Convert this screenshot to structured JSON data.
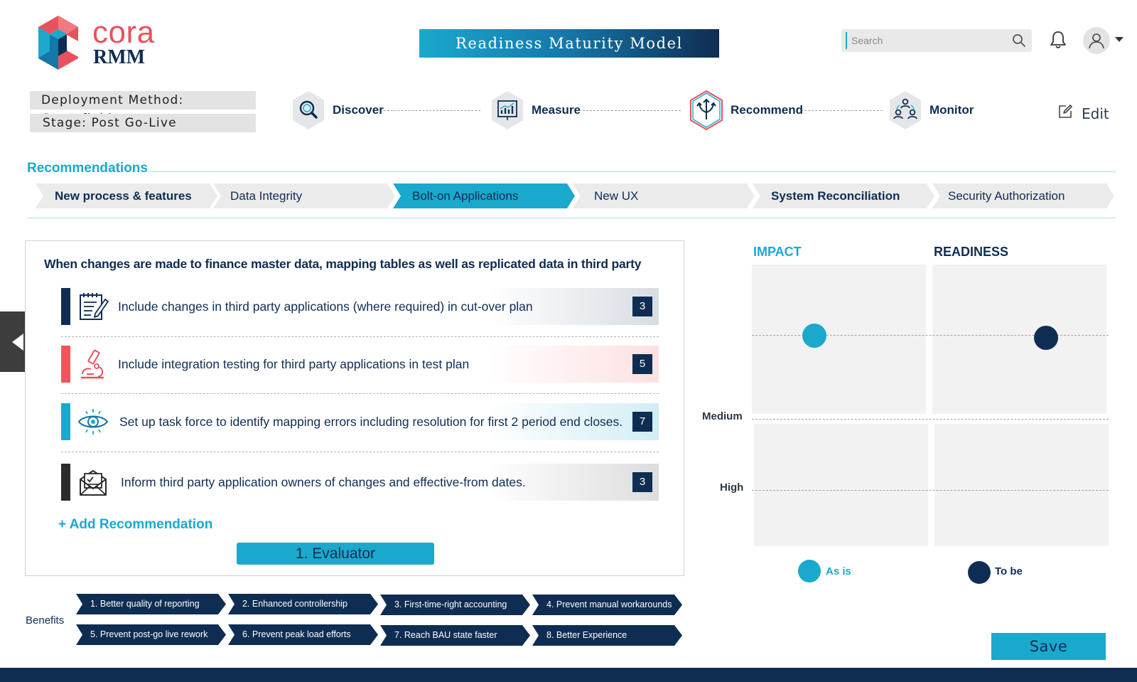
{
  "colors": {
    "navy": "#0f2d52",
    "teal": "#1aa9cd",
    "coral": "#e8525c",
    "charcoal": "#2b2b2b",
    "light_gray": "#ebebeb"
  },
  "header": {
    "brand": "cora",
    "brand_sub": "RMM",
    "title": "Readiness Maturity Model",
    "search": {
      "placeholder": "Search",
      "value": ""
    }
  },
  "deployment": {
    "method": "Deployment Method: Greenfield",
    "stage": "Stage: Post Go-Live"
  },
  "steps": [
    {
      "label": "Discover",
      "icon": "magnifier-icon",
      "active": false
    },
    {
      "label": "Measure",
      "icon": "chart-icon",
      "active": false
    },
    {
      "label": "Recommend",
      "icon": "recommend-icon",
      "active": true
    },
    {
      "label": "Monitor",
      "icon": "people-cycle-icon",
      "active": false
    }
  ],
  "edit_label": "Edit",
  "recommendations": {
    "title": "Recommendations",
    "tabs": [
      {
        "label": "New process & features",
        "active": false
      },
      {
        "label": "Data Integrity",
        "active": false
      },
      {
        "label": "Bolt-on Applications",
        "active": true
      },
      {
        "label": "New UX",
        "active": false
      },
      {
        "label": "System Reconciliation",
        "active": false
      },
      {
        "label": "Security Authorization",
        "active": false
      }
    ]
  },
  "card": {
    "heading": "When changes are made to finance master data, mapping tables as well as replicated data in third party",
    "items": [
      {
        "text": "Include changes in third party applications (where required) in cut-over plan",
        "score": "3",
        "icon": "notepad-icon",
        "accent": "#0f2d52"
      },
      {
        "text": "Include integration testing for third party applications in test plan",
        "score": "5",
        "icon": "microscope-icon",
        "accent": "#f2545b"
      },
      {
        "text": "Set up task force to identify mapping errors including resolution for first 2 period end closes.",
        "score": "7",
        "icon": "eye-icon",
        "accent": "#1aa9cd"
      },
      {
        "text": "Inform third party application owners of changes and effective-from dates.",
        "score": "3",
        "icon": "envelope-icon",
        "accent": "#2b2b2b"
      }
    ],
    "add_label": "+ Add Recommendation",
    "evaluator_label": "1. Evaluator"
  },
  "benefits": {
    "label": "Benefits",
    "items": [
      "1. Better quality of reporting",
      "2. Enhanced controllership",
      "3. First-time-right accounting",
      "4. Prevent manual workarounds",
      "5. Prevent post-go live rework",
      "6. Prevent peak load efforts",
      "7. Reach BAU state faster",
      "8. Better Experience"
    ]
  },
  "matrix": {
    "impact_label": "IMPACT",
    "readiness_label": "READINESS",
    "levels": [
      "Medium",
      "High"
    ],
    "as_is_label": "As is",
    "to_be_label": "To be"
  },
  "save_label": "Save"
}
